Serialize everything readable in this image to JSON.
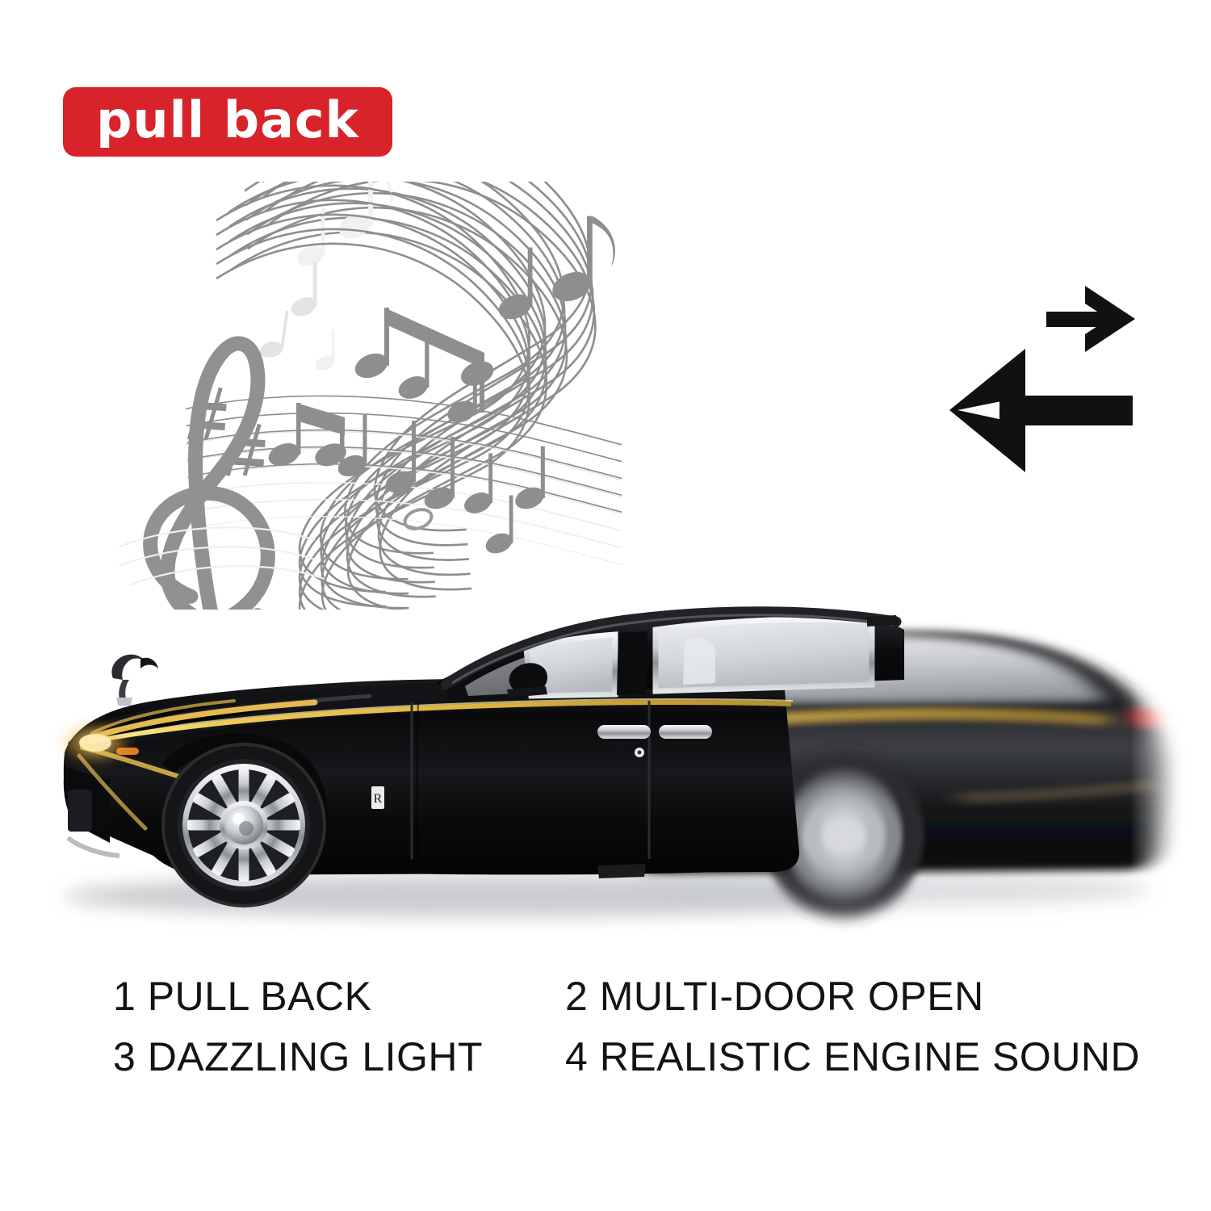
{
  "badge": {
    "label": "pull back",
    "bg_color": "#d8232a",
    "text_color": "#ffffff"
  },
  "graphics": {
    "music": {
      "icon": "music-notes-staff-icon",
      "note_color": "#8e8e8e",
      "ghost_color": "#e2e2e2",
      "description": "flowing S-curve musical staff with treble clef and eighth notes"
    },
    "arrows": {
      "icon": "bidirectional-arrows-icon",
      "color": "#111111",
      "description": "small right arrow above a large left arrow indicating pull-back action"
    },
    "car": {
      "icon": "die-cast-car-photo",
      "body_color": "#0b0b0c",
      "pinstripe_color": "#e8c34a",
      "chrome_color": "#d8dade",
      "glass_color": "#d9dcdf",
      "headlight_glow_color": "#f2b93a",
      "taillight_color": "#e8453c",
      "shadow_color": "#b9bcc0",
      "description": "black luxury sedan die-cast model in side profile with motion blur on rear half and spinning rear wheel"
    }
  },
  "features": [
    {
      "number": "1",
      "label": "PULL BACK"
    },
    {
      "number": "2",
      "label": "MULTI-DOOR OPEN"
    },
    {
      "number": "3",
      "label": "DAZZLING LIGHT"
    },
    {
      "number": "4",
      "label": "REALISTIC ENGINE SOUND"
    }
  ],
  "feature_lines": {
    "one": "1 PULL BACK",
    "two": "2  MULTI-DOOR OPEN",
    "three": "3 DAZZLING LIGHT",
    "four": "4 REALISTIC ENGINE SOUND"
  }
}
